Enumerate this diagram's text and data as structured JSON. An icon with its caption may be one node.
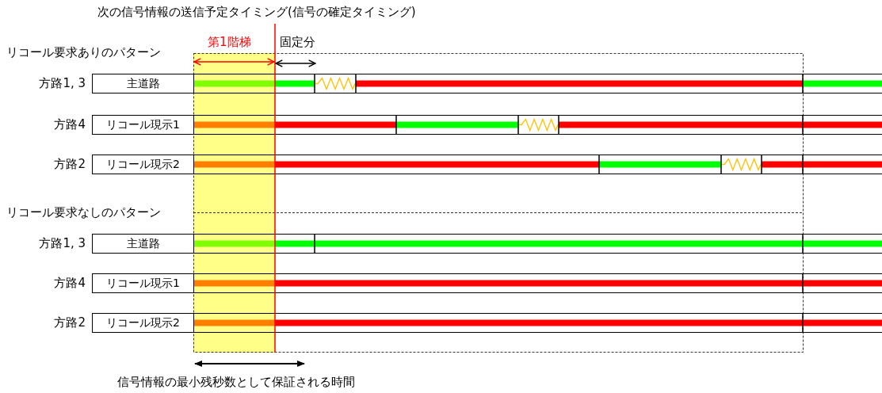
{
  "diagram": {
    "nodes": [
      {
        "text": [
          "主道路"
        ],
        "beside": [
          "方路1, 3"
        ]
      },
      {
        "text": [
          "リコール現示1"
        ],
        "beside": [
          "方路4"
        ]
      },
      {
        "text": [
          "リコール現示2"
        ],
        "beside": [
          "方路2"
        ]
      },
      {
        "text": [
          "主道路"
        ],
        "beside": [
          "方路1, 3"
        ]
      },
      {
        "text": [
          "リコール現示1"
        ],
        "beside": [
          "方路4"
        ]
      },
      {
        "text": [
          "リコール現示2"
        ],
        "beside": [
          "方路2"
        ]
      }
    ],
    "labels": [
      "次の信号情報の送信予定タイミング(信号の確定タイミング)",
      "第1階梯",
      "固定分",
      "リコール要求ありのパターン",
      "リコール要求なしのパターン",
      "信号情報の最小残秒数として保証される時間"
    ]
  }
}
